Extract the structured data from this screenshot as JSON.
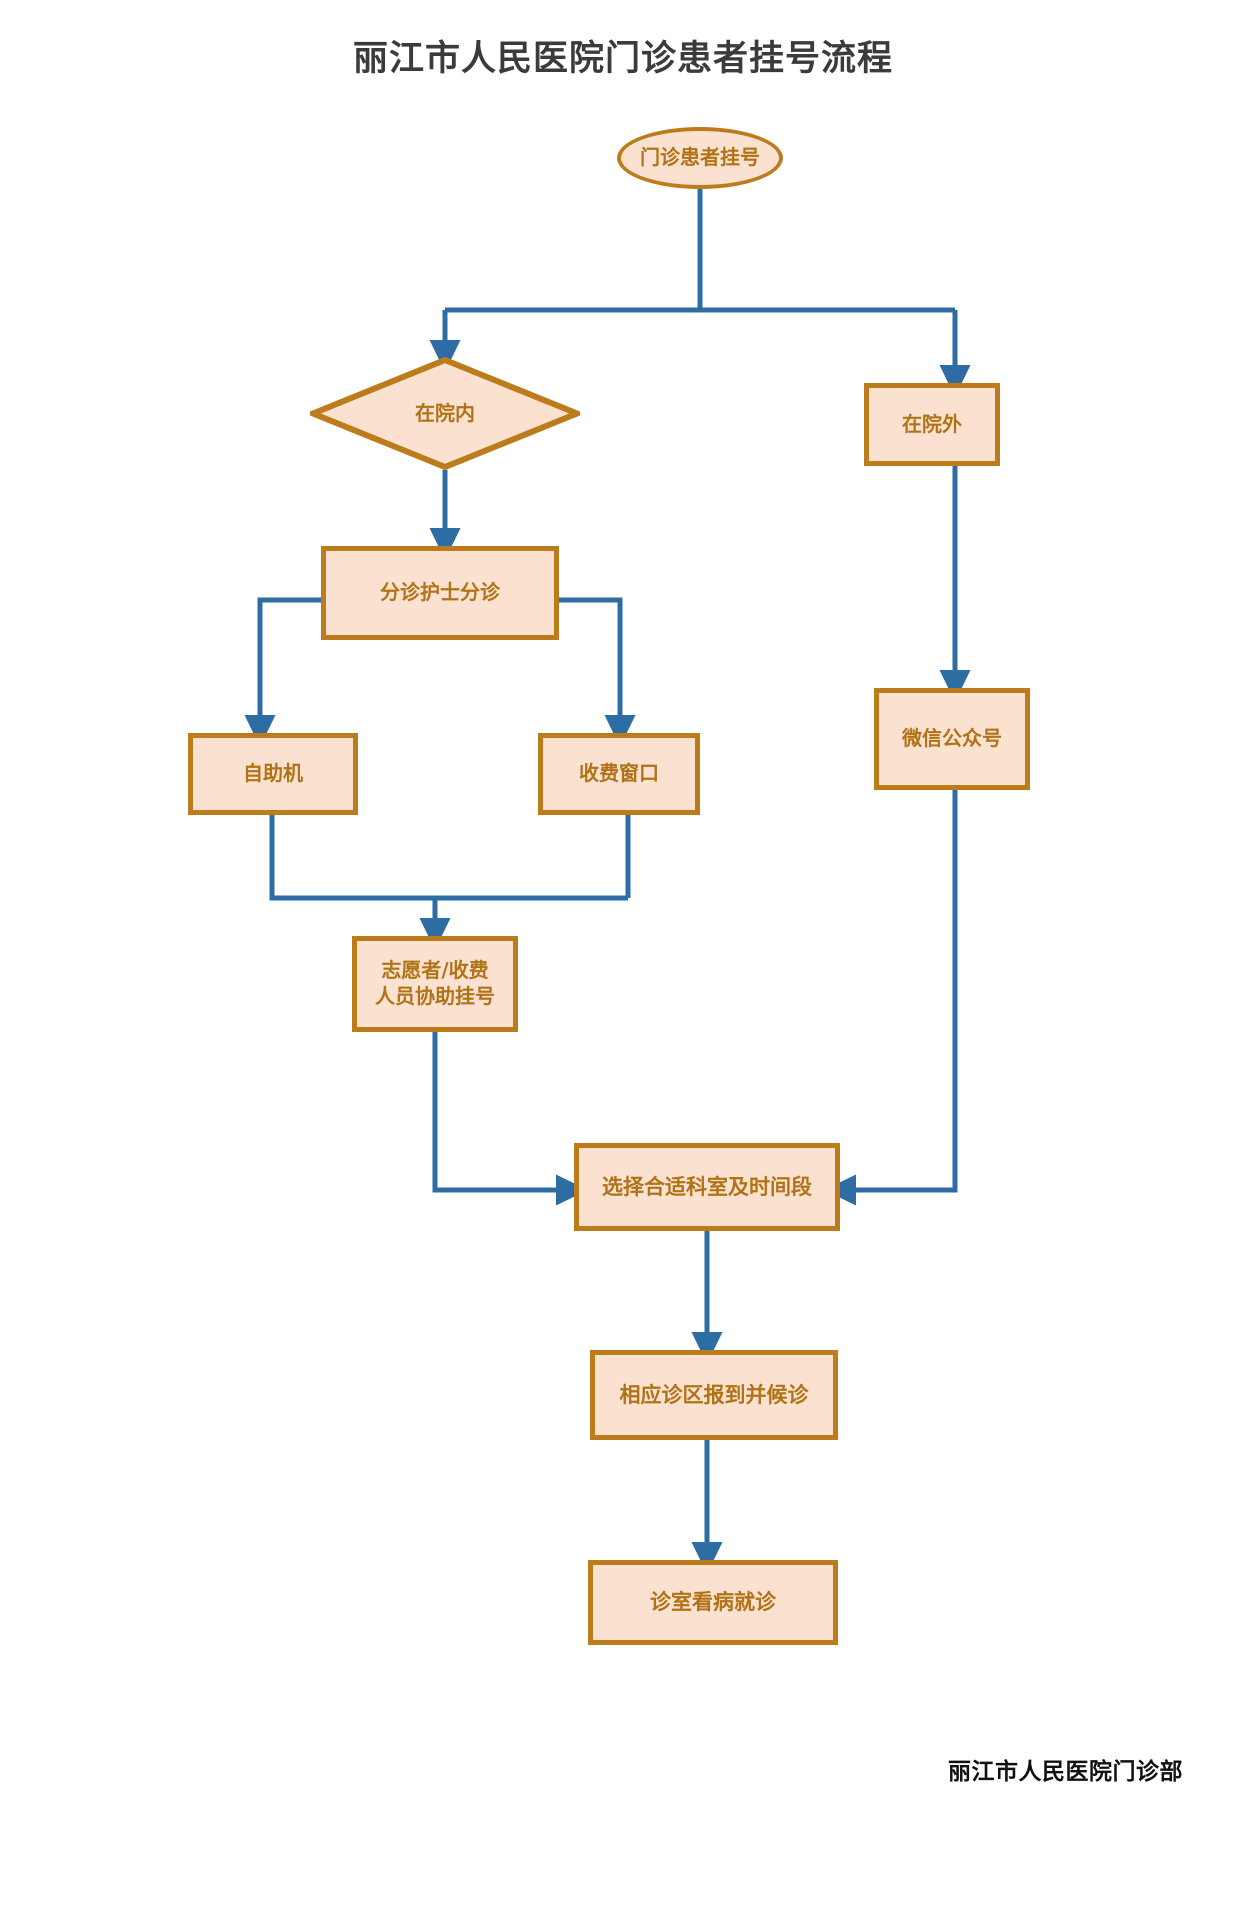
{
  "page": {
    "title": "丽江市人民医院门诊患者挂号流程",
    "footer": "丽江市人民医院门诊部",
    "background": "#ffffff",
    "title_color": "#3b3b3b",
    "footer_color": "#111111"
  },
  "theme": {
    "node_fill": "#fbe2d0",
    "node_border": "#bd7c1c",
    "node_text": "#b07318",
    "connector": "#2e6da4"
  },
  "nodes": {
    "start": {
      "label": "门诊患者挂号",
      "shape": "ellipse"
    },
    "inside": {
      "label": "在院内",
      "shape": "diamond"
    },
    "outside": {
      "label": "在院外",
      "shape": "rect"
    },
    "triage": {
      "label": "分诊护士分诊",
      "shape": "rect"
    },
    "kiosk": {
      "label": "自助机",
      "shape": "rect"
    },
    "counter": {
      "label": "收费窗口",
      "shape": "rect"
    },
    "wechat": {
      "label": "微信公众号",
      "shape": "rect"
    },
    "assist_line1": "志愿者/收费",
    "assist_line2": "人员协助挂号",
    "choose": {
      "label": "选择合适科室及时间段",
      "shape": "rect"
    },
    "report": {
      "label": "相应诊区报到并候诊",
      "shape": "rect"
    },
    "consult": {
      "label": "诊室看病就诊",
      "shape": "rect"
    }
  },
  "flow": {
    "edges": [
      {
        "from": "start",
        "to": "inside"
      },
      {
        "from": "start",
        "to": "outside"
      },
      {
        "from": "inside",
        "to": "triage"
      },
      {
        "from": "triage",
        "to": "kiosk"
      },
      {
        "from": "triage",
        "to": "counter"
      },
      {
        "from": "kiosk",
        "to": "assist"
      },
      {
        "from": "counter",
        "to": "assist"
      },
      {
        "from": "outside",
        "to": "wechat"
      },
      {
        "from": "assist",
        "to": "choose"
      },
      {
        "from": "wechat",
        "to": "choose"
      },
      {
        "from": "choose",
        "to": "report"
      },
      {
        "from": "report",
        "to": "consult"
      }
    ]
  }
}
